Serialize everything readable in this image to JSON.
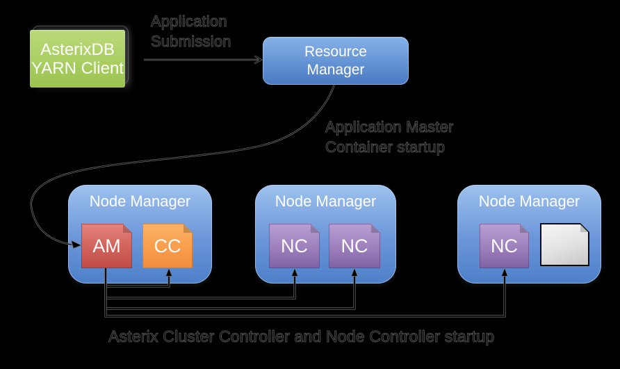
{
  "client": {
    "line1": "AsterixDB",
    "line2": "YARN Client"
  },
  "resource_manager": {
    "line1": "Resource",
    "line2": "Manager"
  },
  "annotations": {
    "app_submission_line1": "Application",
    "app_submission_line2": "Submission",
    "am_startup_line1": "Application Master",
    "am_startup_line2": "Container startup",
    "bottom_caption": "Asterix Cluster Controller and Node Controller startup"
  },
  "node_managers": [
    {
      "title": "Node Manager",
      "containers": [
        {
          "label": "AM"
        },
        {
          "label": "CC"
        }
      ]
    },
    {
      "title": "Node Manager",
      "containers": [
        {
          "label": "NC"
        },
        {
          "label": "NC"
        }
      ]
    },
    {
      "title": "Node Manager",
      "containers": [
        {
          "label": "NC"
        },
        {
          "label": ""
        }
      ]
    }
  ],
  "colors": {
    "background": "#000000",
    "client_green": "#a9ce62",
    "manager_blue": "#6e97da",
    "am_red": "#d2655d",
    "cc_orange": "#f89e4c",
    "nc_purple": "#9d7fbc",
    "empty_gray": "#e2e2e2",
    "wire_gray": "#6f6f6f"
  }
}
